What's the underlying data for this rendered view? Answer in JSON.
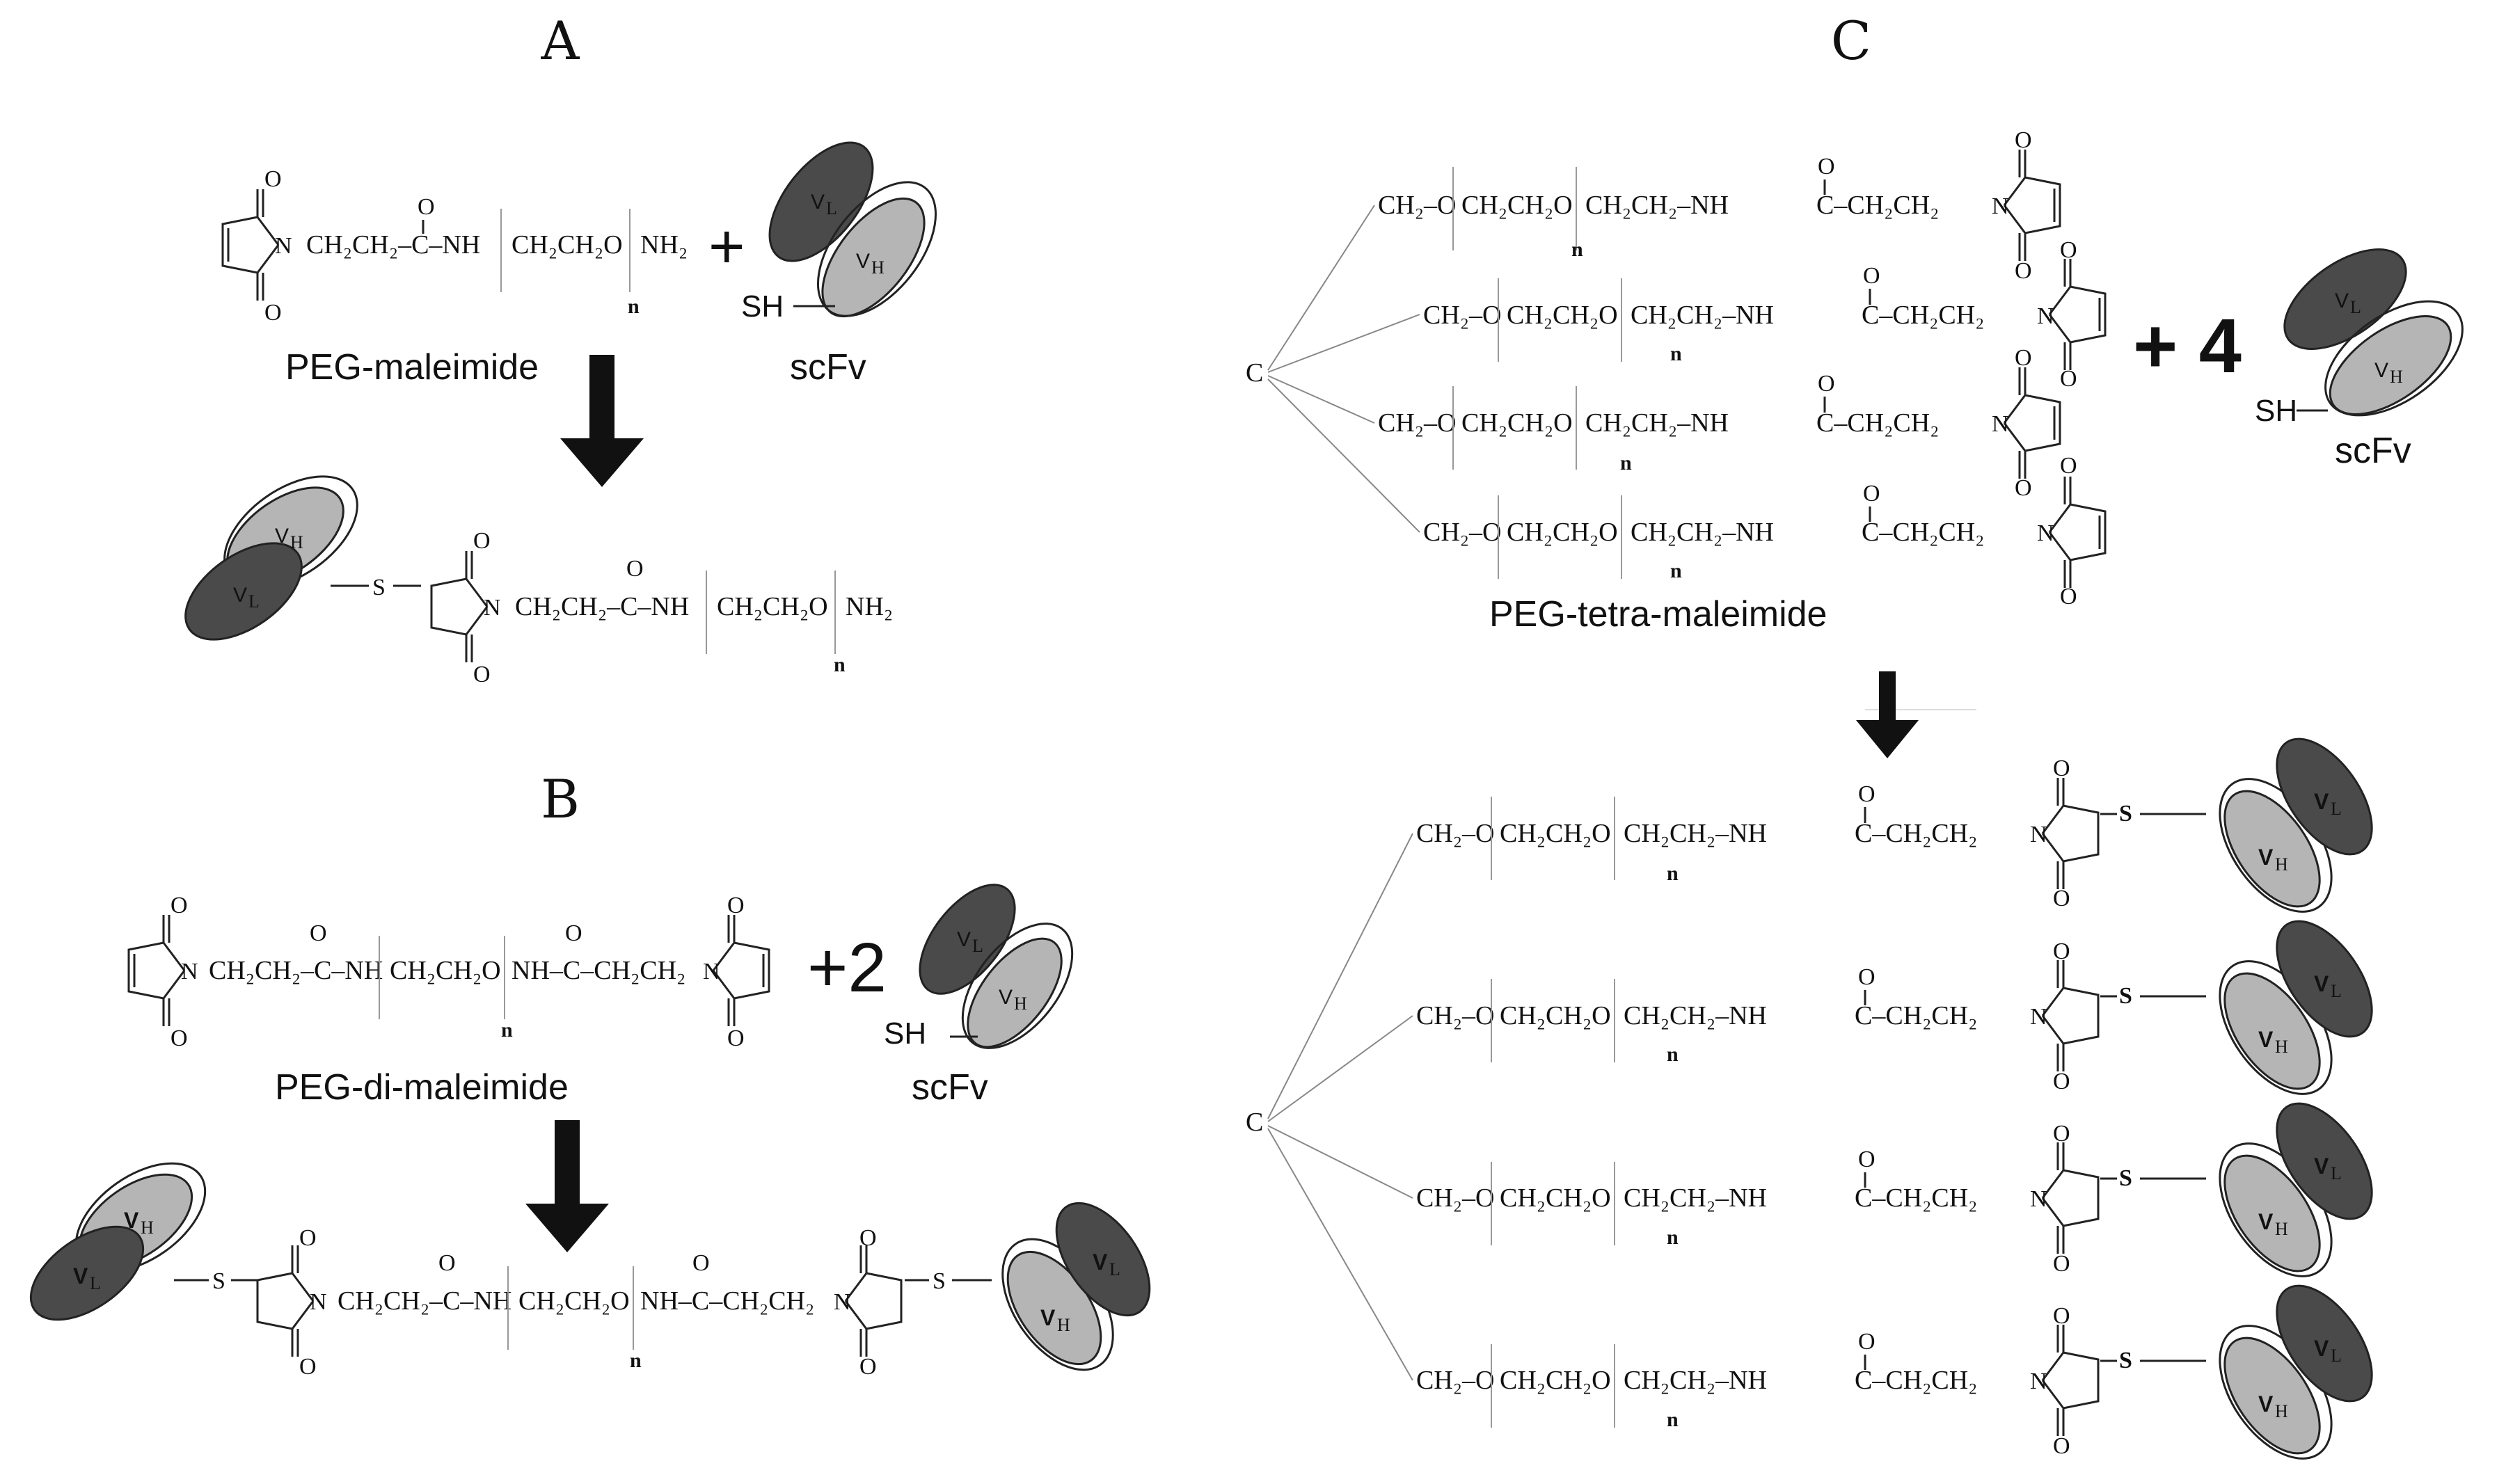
{
  "panels": {
    "A": {
      "label": "A",
      "peg_name": "PEG-maleimide",
      "scfv_name": "scFv",
      "plus": "+",
      "sh": "SH",
      "chain_left": "CH₂CH₂–C–NH",
      "chain_repeat": "CH₂CH₂O",
      "chain_end": "NH₂",
      "n": "n"
    },
    "B": {
      "label": "B",
      "peg_name": "PEG-di-maleimide",
      "scfv_name": "scFv",
      "plus": "+2",
      "sh": "SH",
      "chain_left": "CH₂CH₂–C–NH",
      "chain_repeat": "CH₂CH₂O",
      "chain_right": "NH–C–CH₂CH₂",
      "n": "n"
    },
    "C": {
      "label": "C",
      "peg_name": "PEG-tetra-maleimide",
      "scfv_name": "scFv",
      "plus": "+ 4",
      "sh": "SH",
      "core": "C",
      "arm_start": "CH₂–O",
      "chain_repeat": "CH₂CH₂O",
      "chain_mid": "CH₂CH₂–NH",
      "chain_end": "C–CH₂CH₂",
      "n": "n"
    }
  },
  "atoms": {
    "oxygen": "O",
    "nitrogen": "N",
    "sulfur": "S"
  },
  "domains": {
    "light": "V",
    "light_sub": "L",
    "heavy": "V",
    "heavy_sub": "H"
  },
  "colors": {
    "light_domain": "#4a4a4a",
    "heavy_domain": "#b5b5b5",
    "ink": "#111111",
    "arrow": "#111111"
  }
}
